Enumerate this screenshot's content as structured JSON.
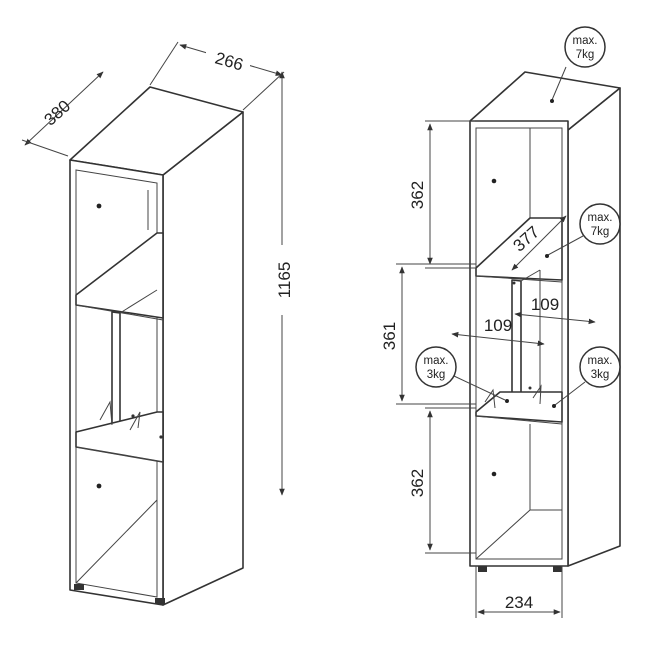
{
  "left_view": {
    "depth_dim": "380",
    "width_dim": "266",
    "height_dim": "1165"
  },
  "right_view": {
    "top_section_dim": "362",
    "middle_section_dim": "361",
    "bottom_section_dim": "362",
    "shelf_depth_dim": "377",
    "upper_divider_dim": "109",
    "lower_divider_dim": "109",
    "inner_width_dim": "234",
    "load_badges": [
      {
        "line1": "max.",
        "line2": "7kg"
      },
      {
        "line1": "max.",
        "line2": "7kg"
      },
      {
        "line1": "max.",
        "line2": "3kg"
      },
      {
        "line1": "max.",
        "line2": "3kg"
      }
    ]
  }
}
